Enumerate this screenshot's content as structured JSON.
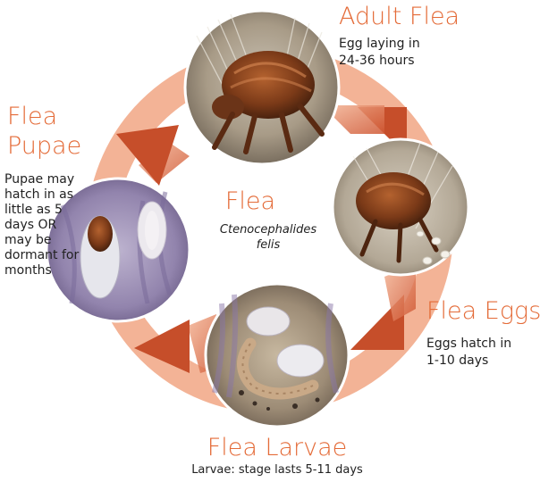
{
  "center": {
    "title": "Flea",
    "scientific_name_line1": "Ctenocephalides",
    "scientific_name_line2": "felis"
  },
  "stages": {
    "adult": {
      "title": "Adult Flea",
      "description": "Egg laying in 24-36 hours"
    },
    "eggs": {
      "title": "Flea Eggs",
      "description": "Eggs hatch in 1-10 days"
    },
    "larvae": {
      "title": "Flea Larvae",
      "description": "Larvae: stage lasts 5-11 days"
    },
    "pupae": {
      "title_line1": "Flea",
      "title_line2": "Pupae",
      "description": "Pupae may hatch in as little as 5 days OR may be dormant for months"
    }
  },
  "colors": {
    "accent_orange": "#e46b38",
    "arrow_light": "#f0a684",
    "arrow_dark": "#c84f2c",
    "fabric_purple": "#9a89b6"
  }
}
